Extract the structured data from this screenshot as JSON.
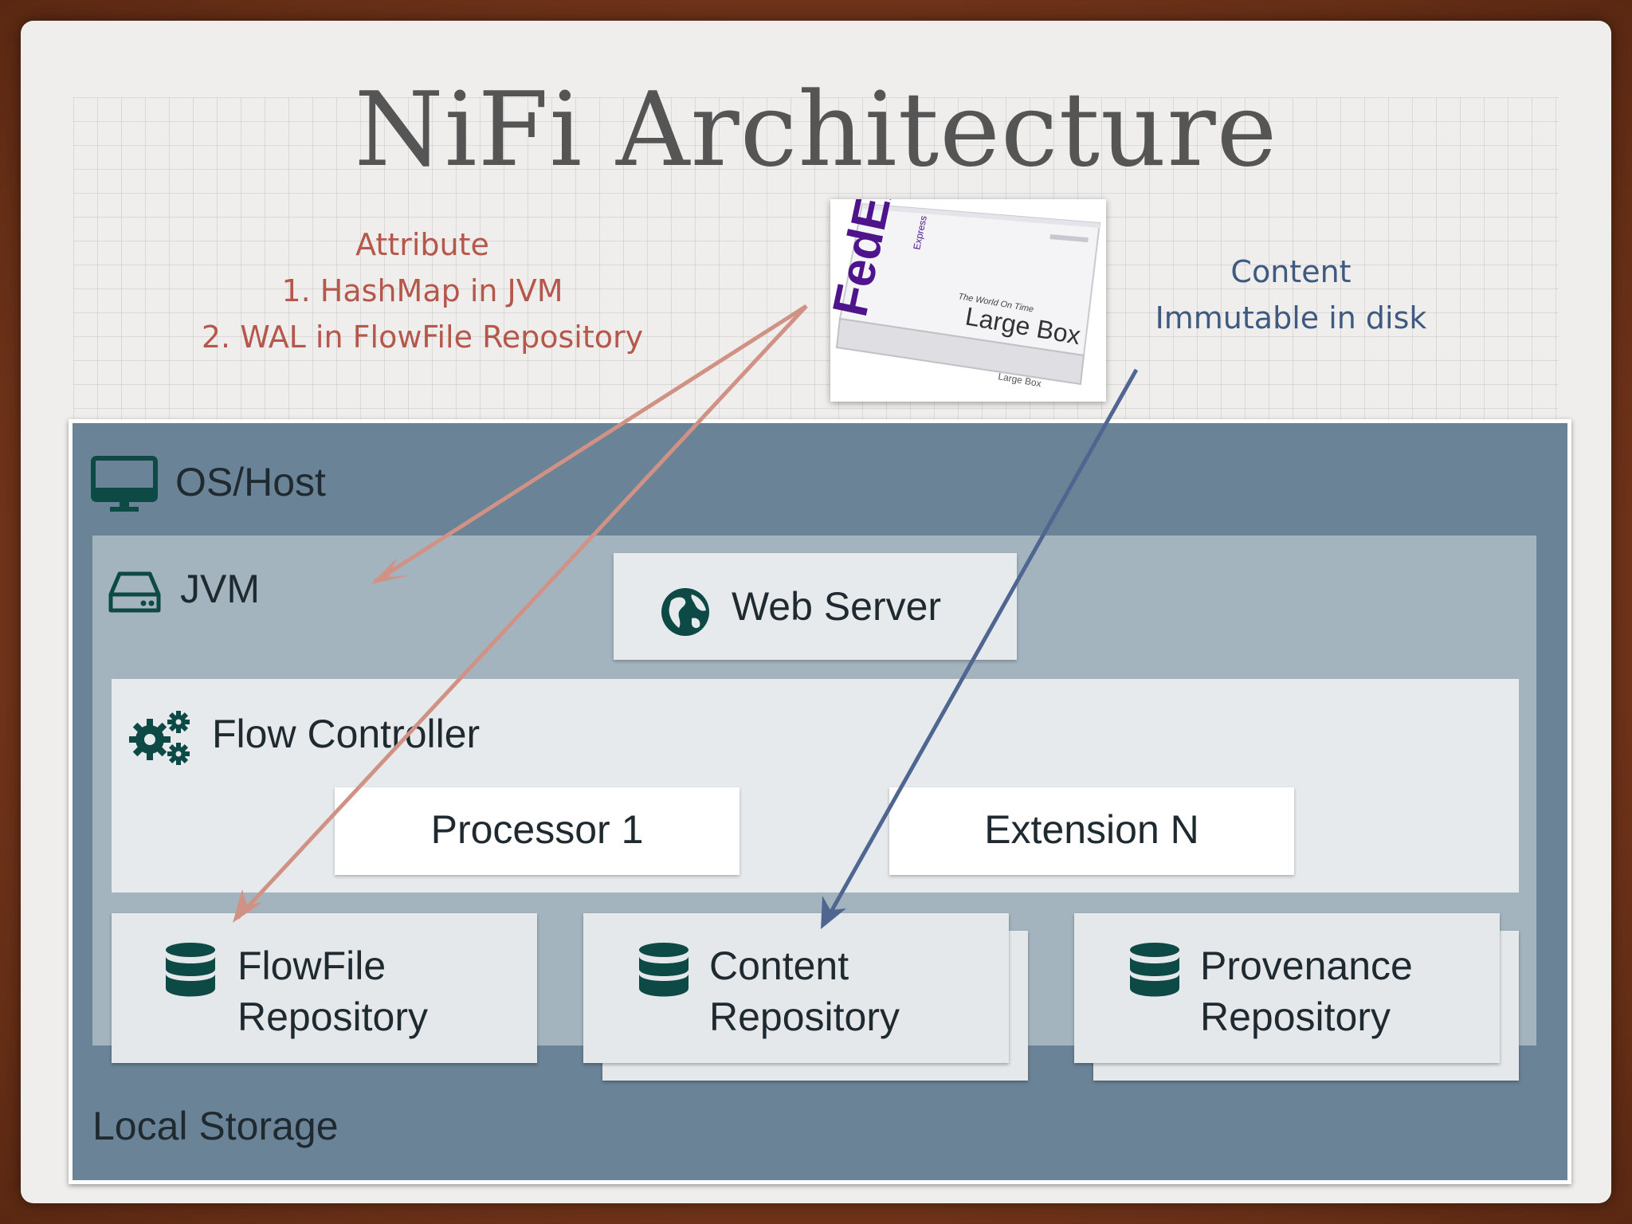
{
  "slide": {
    "title": "NiFi Architecture",
    "attribute_note": [
      "Attribute",
      "1. HashMap in JVM",
      "2. WAL in FlowFile Repository"
    ],
    "content_note": [
      "Content",
      "Immutable in disk"
    ]
  },
  "box": {
    "brand": "FedEx",
    "brand_sub": "Express",
    "tagline": "The World On Time",
    "product": "Large Box",
    "product_small": "Large Box"
  },
  "diagram": {
    "os_host": "OS/Host",
    "jvm": "JVM",
    "web_server": "Web Server",
    "flow_controller": "Flow Controller",
    "processor": "Processor 1",
    "extension": "Extension N",
    "flowfile_repo": [
      "FlowFile",
      "Repository"
    ],
    "content_repo": [
      "Content",
      "Repository"
    ],
    "provenance_repo": [
      "Provenance",
      "Repository"
    ],
    "local_storage": "Local Storage"
  },
  "colors": {
    "attribute_arrow": "#d19286",
    "content_arrow": "#4f6790",
    "attribute_text": "#b5574a",
    "content_text": "#3f5a80",
    "icon": "#0d4a46"
  }
}
